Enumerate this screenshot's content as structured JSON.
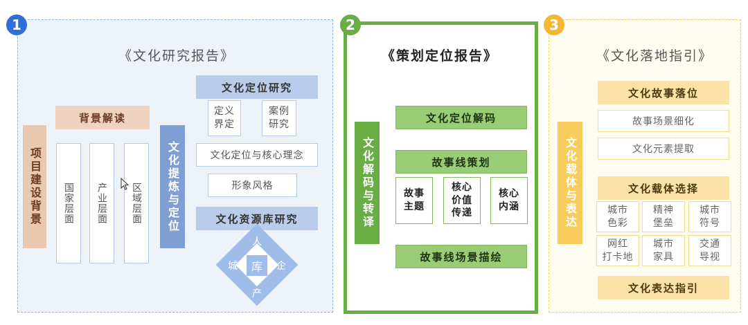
{
  "panel1": {
    "number": "1",
    "title": "《文化研究报告》",
    "left_vertical": "项目建设背景",
    "background_header": "背景解读",
    "layers": [
      "国家层面",
      "产业层面",
      "区域层面"
    ],
    "middle_vertical": "文化提炼与定位",
    "positioning_header": "文化定位研究",
    "sub_items": [
      "定义\n界定",
      "案例\n研究"
    ],
    "core_concept": "文化定位与核心理念",
    "image_style": "形象风格",
    "resource_header": "文化资源库研究",
    "diamond": {
      "center": "库",
      "top": "人",
      "left": "城",
      "right": "企",
      "bottom": "产"
    }
  },
  "panel2": {
    "number": "2",
    "title": "《策划定位报告》",
    "left_vertical": "文化解码与转译",
    "decode_header": "文化定位解码",
    "storyline_header": "故事线策划",
    "story_items": [
      "故事\n主题",
      "核心\n价值\n传递",
      "核心\n内涵"
    ],
    "scene_header": "故事线场景描绘"
  },
  "panel3": {
    "number": "3",
    "title": "《文化落地指引》",
    "left_vertical": "文化载体与表达",
    "story_landing_header": "文化故事落位",
    "story_items": [
      "故事场景细化",
      "文化元素提取"
    ],
    "carrier_header": "文化载体选择",
    "carrier_grid": [
      "城市\n色彩",
      "精神\n堡垒",
      "城市\n符号",
      "网红\n打卡地",
      "城市\n家具",
      "交通\n导视"
    ],
    "expression_header": "文化表达指引"
  },
  "colors": {
    "blue": "#2f6fd6",
    "green": "#6aad45",
    "yellow": "#f5b730"
  }
}
